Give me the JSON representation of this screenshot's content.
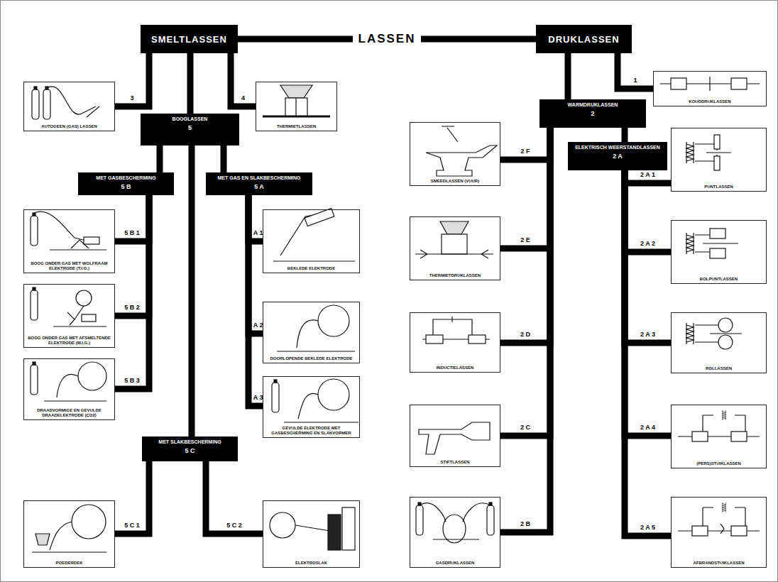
{
  "diagram": {
    "title": "LASSEN",
    "nodes": [
      {
        "text": [
          "SMELTLASSEN"
        ]
      },
      {
        "text": [
          "DRUKLASSEN"
        ]
      },
      {
        "text": [
          "AUTOGEEN (GAS) LASSEN"
        ]
      },
      {
        "text": [
          "THERMIETLASSEN"
        ]
      },
      {
        "text": [
          "BOOGLASSEN",
          "5"
        ]
      },
      {
        "text": [
          "MET GASBESCHERMING",
          "5 B"
        ]
      },
      {
        "text": [
          "MET GAS EN SLAKBESCHERMING",
          "5 A"
        ]
      },
      {
        "text": [
          "BOOG ONDER GAS MET WOLFRAAM ELEKTRODE (T.I.G.)"
        ]
      },
      {
        "text": [
          "BEKLEDE ELEKTRODE"
        ]
      },
      {
        "text": [
          "BOOG ONDER GAS MET AFSMELTENDE ELEKTRODE (M.I.G.)"
        ]
      },
      {
        "text": [
          "DOORLOPENDE BEKLEDE ELEKTRODE"
        ]
      },
      {
        "text": [
          "DRAADVORMIGE EN GEVULDE DRAADELEKTRODE (CO2)"
        ]
      },
      {
        "text": [
          "GEVULDE ELEKTRODE MET GASBESCHERMING EN SLAKVORMER"
        ]
      },
      {
        "text": [
          "MET SLAKBESCHERMING",
          "5 C"
        ]
      },
      {
        "text": [
          "POEDERDEK"
        ]
      },
      {
        "text": [
          "ELEKTROSLAK"
        ]
      },
      {
        "text": [
          "KOUDDRUKLASSEN"
        ]
      },
      {
        "text": [
          "WARMDRUKLASSEN",
          "2"
        ]
      },
      {
        "text": [
          "ELEKTRISCH WEERSTANDLASSEN",
          "2 A"
        ]
      },
      {
        "text": [
          "SMEEDLASSEN (VUUR)"
        ]
      },
      {
        "text": [
          "PUNTLASSEN"
        ]
      },
      {
        "text": [
          "THERMIETDRUKLASSEN"
        ]
      },
      {
        "text": [
          "BOLPUNTLASSEN"
        ]
      },
      {
        "text": [
          "INDUCTIELASSEN"
        ]
      },
      {
        "text": [
          "ROLLASSEN"
        ]
      },
      {
        "text": [
          "STIFTLASSEN"
        ]
      },
      {
        "text": [
          "(PERS)STUIKLASSEN"
        ]
      },
      {
        "text": [
          "GASDRUKLASSEN"
        ]
      },
      {
        "text": [
          "AFBRANDSTUIKLASSEN"
        ]
      }
    ],
    "edges": [
      {
        "from": 0,
        "to": 1,
        "arrow": "none"
      },
      {
        "from": 0,
        "to": 2,
        "label": "3",
        "arrow": "none"
      },
      {
        "from": 0,
        "to": 3,
        "label": "4",
        "arrow": "none"
      },
      {
        "from": 0,
        "to": 4,
        "arrow": "none"
      },
      {
        "from": 4,
        "to": 5,
        "arrow": "none"
      },
      {
        "from": 4,
        "to": 6,
        "arrow": "none"
      },
      {
        "from": 4,
        "to": 13,
        "arrow": "none"
      },
      {
        "from": 5,
        "to": 7,
        "label": "5 B 1",
        "arrow": "none"
      },
      {
        "from": 5,
        "to": 9,
        "label": "5 B 2",
        "arrow": "none"
      },
      {
        "from": 5,
        "to": 11,
        "label": "5 B 3",
        "arrow": "none"
      },
      {
        "from": 6,
        "to": 8,
        "label": "5 A 1",
        "arrow": "none"
      },
      {
        "from": 6,
        "to": 10,
        "label": "5 A 2",
        "arrow": "none"
      },
      {
        "from": 6,
        "to": 12,
        "label": "5 A 3",
        "arrow": "none"
      },
      {
        "from": 13,
        "to": 14,
        "label": "5 C 1",
        "arrow": "none"
      },
      {
        "from": 13,
        "to": 15,
        "label": "5 C 2",
        "arrow": "none"
      },
      {
        "from": 1,
        "to": 16,
        "label": "1",
        "arrow": "none"
      },
      {
        "from": 1,
        "to": 17,
        "arrow": "none"
      },
      {
        "from": 17,
        "to": 19,
        "label": "2 F",
        "arrow": "none"
      },
      {
        "from": 17,
        "to": 21,
        "label": "2 E",
        "arrow": "none"
      },
      {
        "from": 17,
        "to": 23,
        "label": "2 D",
        "arrow": "none"
      },
      {
        "from": 17,
        "to": 25,
        "label": "2 C",
        "arrow": "none"
      },
      {
        "from": 17,
        "to": 27,
        "label": "2 B",
        "arrow": "none"
      },
      {
        "from": 17,
        "to": 18,
        "arrow": "none"
      },
      {
        "from": 18,
        "to": 20,
        "label": "2 A 1",
        "arrow": "none"
      },
      {
        "from": 18,
        "to": 22,
        "label": "2 A 2",
        "arrow": "none"
      },
      {
        "from": 18,
        "to": 24,
        "label": "2 A 3",
        "arrow": "none"
      },
      {
        "from": 18,
        "to": 26,
        "label": "2 A 4",
        "arrow": "none"
      },
      {
        "from": 18,
        "to": 28,
        "label": "2 A 5",
        "arrow": "none"
      }
    ]
  }
}
